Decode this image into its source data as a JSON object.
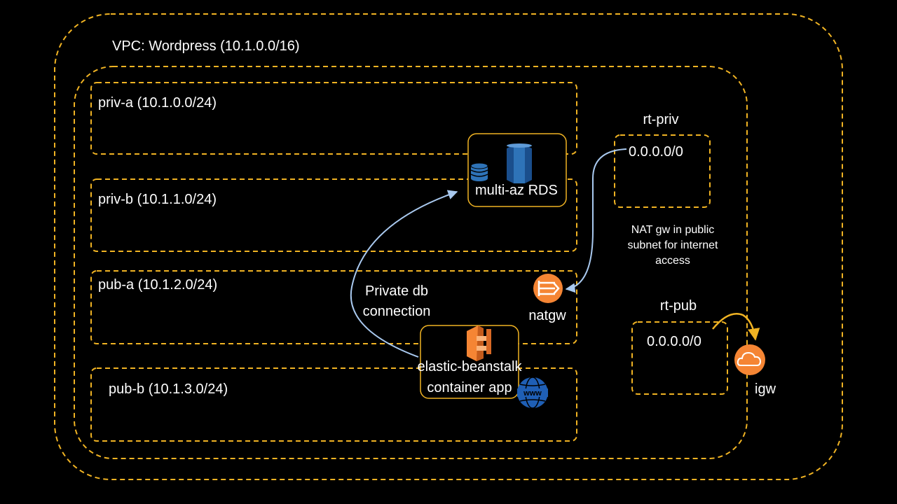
{
  "colors": {
    "background": "#000000",
    "boundary": "#f0b323",
    "text": "#ffffff",
    "route_arrow": "#a9c9ef",
    "igw_arrow": "#f0b323",
    "aws_orange": "#f58534",
    "rds_blue": "#2e73b8",
    "www_blue": "#1f5fb5"
  },
  "vpc": {
    "label": "VPC: Wordpress (10.1.0.0/16)"
  },
  "subnets": [
    {
      "id": "priv-a",
      "label": "priv-a (10.1.0.0/24)"
    },
    {
      "id": "priv-b",
      "label": "priv-b (10.1.1.0/24)"
    },
    {
      "id": "pub-a",
      "label": "pub-a (10.1.2.0/24)"
    },
    {
      "id": "pub-b",
      "label": "pub-b (10.1.3.0/24)"
    }
  ],
  "rds": {
    "label": "multi-az RDS",
    "icon": "rds-icon"
  },
  "beanstalk": {
    "line1": "elastic-beanstalk",
    "line2": "container app",
    "icon": "elastic-beanstalk-icon"
  },
  "natgw": {
    "label": "natgw",
    "icon": "nat-gateway-icon"
  },
  "igw": {
    "label": "igw",
    "icon": "cloud-icon"
  },
  "rt_priv": {
    "title": "rt-priv",
    "route": "0.0.0.0/0"
  },
  "rt_pub": {
    "title": "rt-pub",
    "route": "0.0.0.0/0"
  },
  "notes": {
    "nat": "NAT gw in public subnet for internet access",
    "db_line1": "Private db",
    "db_line2": "connection"
  }
}
